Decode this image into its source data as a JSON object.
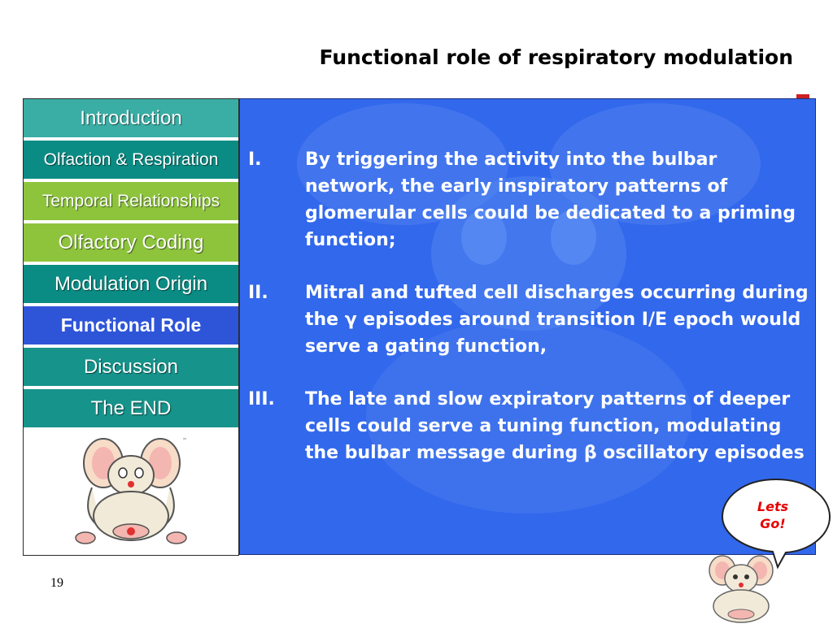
{
  "slide": {
    "title": "Functional role of respiratory modulation",
    "page_number": "19"
  },
  "nav": {
    "items": [
      {
        "label": "Introduction"
      },
      {
        "label": "Olfaction & Respiration"
      },
      {
        "label": "Temporal Relationships"
      },
      {
        "label": "Olfactory Coding"
      },
      {
        "label": "Modulation Origin"
      },
      {
        "label": "Functional Role"
      },
      {
        "label": "Discussion"
      },
      {
        "label": "The END"
      }
    ]
  },
  "content": {
    "items": [
      {
        "num": "I.",
        "text": "By triggering the activity into the bulbar network, the early inspiratory patterns of glomerular cells could be dedicated to a priming function;"
      },
      {
        "num": "II.",
        "text": "Mitral and tufted cell discharges occurring during the γ episodes around transition I/E epoch would serve a gating function,"
      },
      {
        "num": "III.",
        "text": "The late and slow expiratory patterns of deeper cells could serve a tuning function, modulating the bulbar message during β oscillatory episodes"
      }
    ]
  },
  "bubble": {
    "text": "Lets\nGo!"
  },
  "colors": {
    "content_bg": "#3268ec",
    "teal": "#0a8c84",
    "green": "#8dc43c",
    "active": "#2e55d8",
    "bubble_text": "#e60000"
  }
}
